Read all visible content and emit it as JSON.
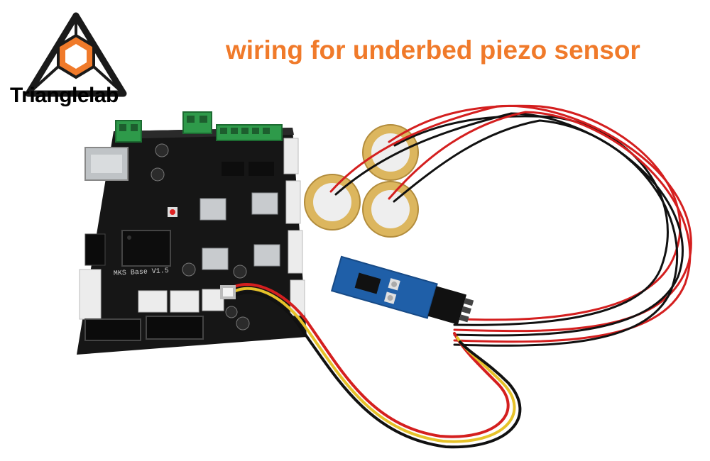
{
  "brand": {
    "name": "Trianglelab",
    "logo_icon": "hexagon-triangle-logo",
    "logo_color": "#f07a2a"
  },
  "headline": {
    "text": "wiring for underbed piezo sensor",
    "color": "#f07a2a"
  },
  "photo": {
    "board_silkscreen": "MKS Base V1.5",
    "board_color": "#1a1a1a",
    "sensor_board_color": "#1f5fa8",
    "piezo_disc_color": "#d9b25a",
    "wire_colors": [
      "#d41f1f",
      "#111111",
      "#e6c22a",
      "#d87a2a"
    ]
  }
}
